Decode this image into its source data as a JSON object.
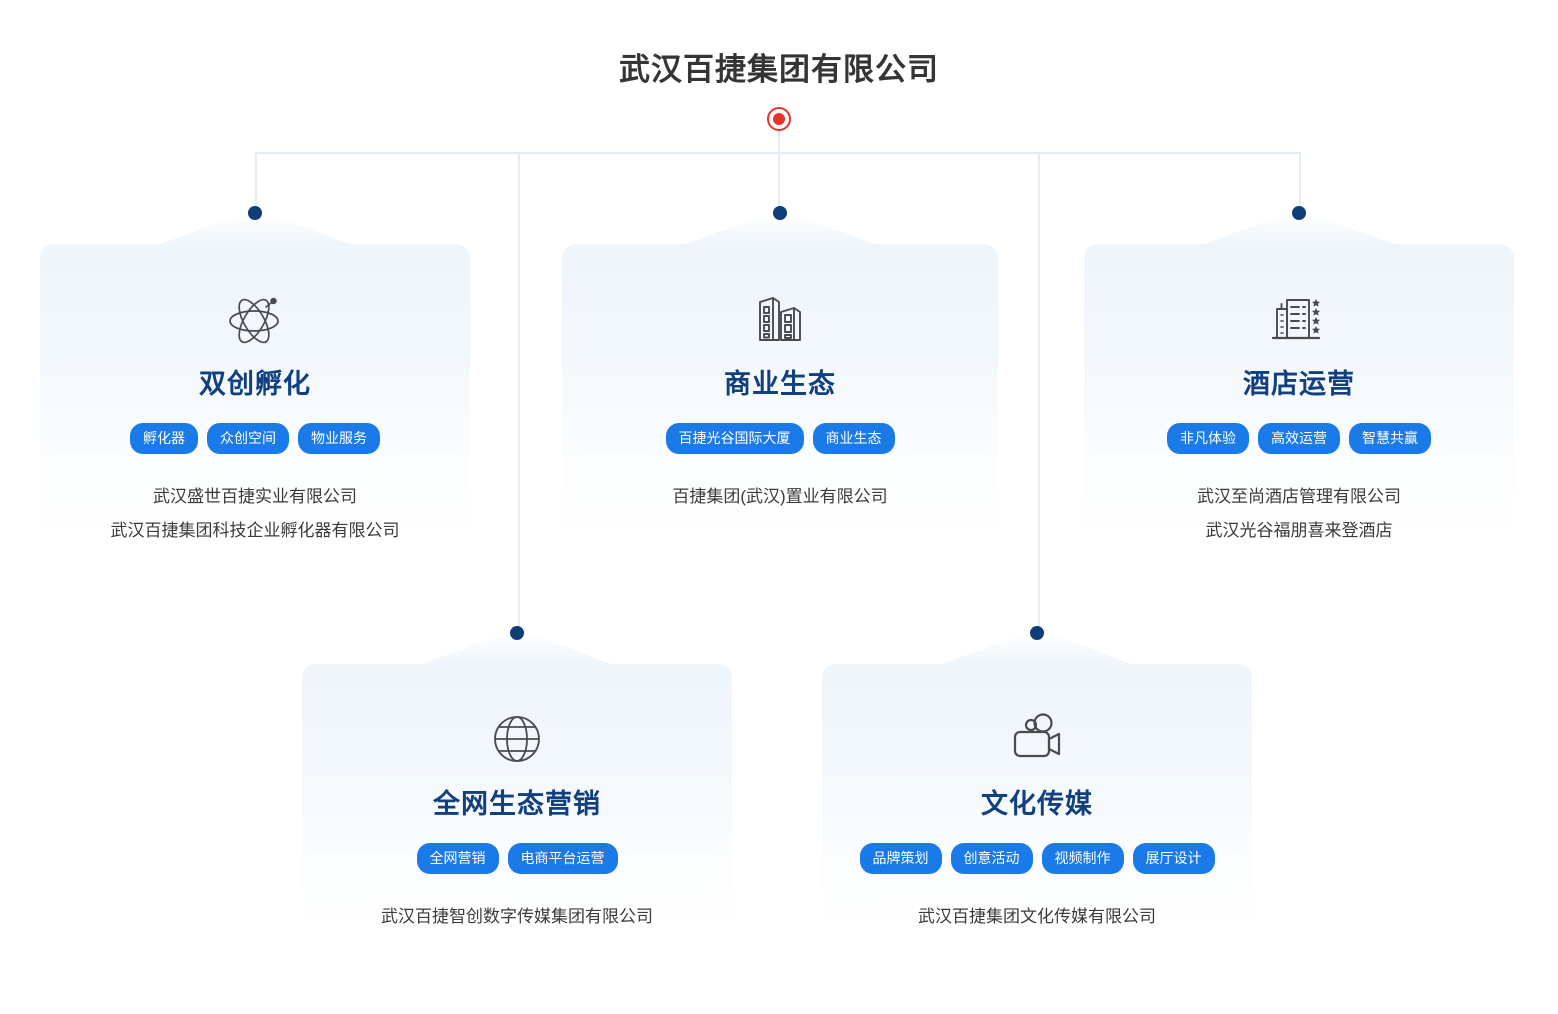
{
  "root": {
    "title": "武汉百捷集团有限公司",
    "node_color": "#e8352b"
  },
  "theme": {
    "card_title_color": "#123f80",
    "tag_color": "#1a7ae8",
    "node_color": "#0f3d77",
    "line_color": "#e4ecf3"
  },
  "cards": [
    {
      "id": "shuangchuang-fuhua",
      "icon": "atom-icon",
      "title": "双创孵化",
      "tags": [
        "孵化器",
        "众创空间",
        "物业服务"
      ],
      "companies": [
        "武汉盛世百捷实业有限公司",
        "武汉百捷集团科技企业孵化器有限公司"
      ]
    },
    {
      "id": "shangye-shengtai",
      "icon": "buildings-icon",
      "title": "商业生态",
      "tags": [
        "百捷光谷国际大厦",
        "商业生态"
      ],
      "companies": [
        "百捷集团(武汉)置业有限公司"
      ]
    },
    {
      "id": "jiudian-yunying",
      "icon": "hotel-icon",
      "title": "酒店运营",
      "tags": [
        "非凡体验",
        "高效运营",
        "智慧共赢"
      ],
      "companies": [
        "武汉至尚酒店管理有限公司",
        "武汉光谷福朋喜来登酒店"
      ]
    },
    {
      "id": "quanwang-shengtai-yingxiao",
      "icon": "globe-icon",
      "title": "全网生态营销",
      "tags": [
        "全网营销",
        "电商平台运营"
      ],
      "companies": [
        "武汉百捷智创数字传媒集团有限公司"
      ]
    },
    {
      "id": "wenhua-chuanmei",
      "icon": "video-camera-icon",
      "title": "文化传媒",
      "tags": [
        "品牌策划",
        "创意活动",
        "视频制作",
        "展厅设计"
      ],
      "companies": [
        "武汉百捷集团文化传媒有限公司"
      ]
    }
  ]
}
